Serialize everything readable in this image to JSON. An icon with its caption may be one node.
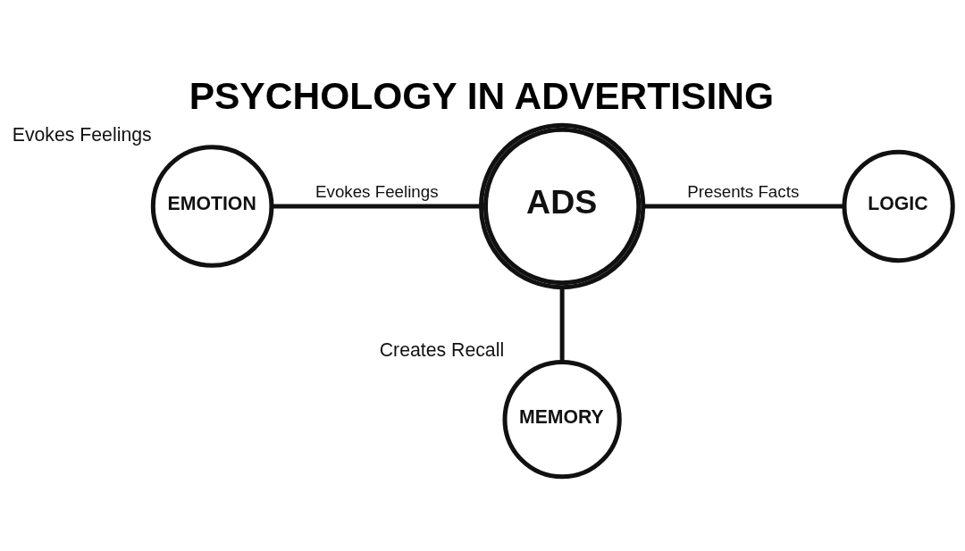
{
  "diagram": {
    "title": "PSYCHOLOGY IN ADVERTISING",
    "nodes": [
      {
        "text": [
          "ADS"
        ]
      },
      {
        "text": [
          "EMOTION"
        ],
        "beside": [
          "Evokes Feelings"
        ]
      },
      {
        "text": [
          "LOGIC"
        ]
      },
      {
        "text": [
          "MEMORY"
        ],
        "beside": [
          "Creates Recall"
        ]
      }
    ],
    "edges": [
      {
        "from": 1,
        "to": 0,
        "arrow": "none",
        "label": "Evokes Feelings"
      },
      {
        "from": 0,
        "to": 2,
        "arrow": "none",
        "label": "Presents Facts"
      },
      {
        "from": 0,
        "to": 3,
        "arrow": "none"
      }
    ]
  }
}
